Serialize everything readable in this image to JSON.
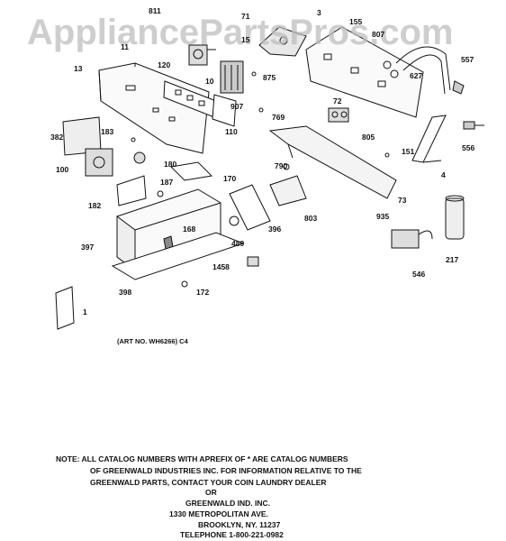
{
  "watermark": "AppliancePartsPros.com",
  "callouts": {
    "c811": "811",
    "c71": "71",
    "c3": "3",
    "c155": "155",
    "c807": "807",
    "c15": "15",
    "c11": "11",
    "c13": "13",
    "c120": "120",
    "c10": "10",
    "c875": "875",
    "c557": "557",
    "c627": "627",
    "c72": "72",
    "c907": "907",
    "c769": "769",
    "c110": "110",
    "c805": "805",
    "c382": "382",
    "c183": "183",
    "c151": "151",
    "c556": "556",
    "c100": "100",
    "c180": "180",
    "c790": "790",
    "c170": "170",
    "c187": "187",
    "c4": "4",
    "c182": "182",
    "c73": "73",
    "c803": "803",
    "c935": "935",
    "c168": "168",
    "c396": "396",
    "c397": "397",
    "c489": "489",
    "c217": "217",
    "c1458": "1458",
    "c546": "546",
    "c398": "398",
    "c172": "172",
    "c1": "1"
  },
  "art_number": "(ART NO. WH6266) C4",
  "note_lines": [
    "NOTE: ALL CATALOG NUMBERS WITH APREFIX OF * ARE CATALOG NUMBERS",
    "OF GREENWALD INDUSTRIES INC. FOR INFORMATION RELATIVE TO THE",
    "GREENWALD PARTS, CONTACT YOUR COIN LAUNDRY DEALER",
    "OR",
    "GREENWALD IND. INC.",
    "1330 METROPOLITAN AVE.",
    "BROOKLYN, NY. 11237",
    "TELEPHONE 1-800-221-0982"
  ]
}
